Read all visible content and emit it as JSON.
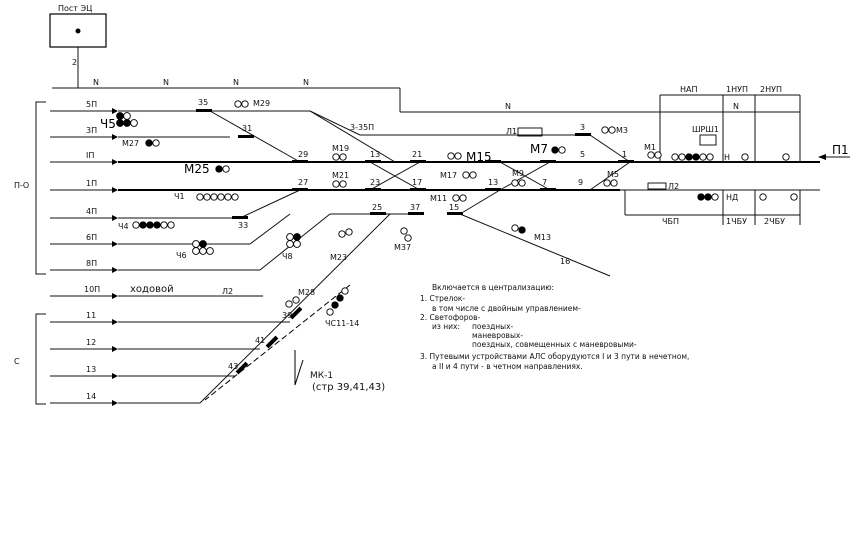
{
  "post": {
    "title": "Пост ЭЦ",
    "cable": "2"
  },
  "n_marks": [
    "N",
    "N",
    "N",
    "N",
    "N",
    "N"
  ],
  "park_labels": {
    "po": "П-О",
    "s": "С"
  },
  "tracks": [
    "5П",
    "3П",
    "IП",
    "1П",
    "4П",
    "6П",
    "8П",
    "10П",
    "11",
    "12",
    "13",
    "14"
  ],
  "track_10_note": "ходовой",
  "switches": [
    "35",
    "31",
    "29",
    "27",
    "33",
    "25",
    "37",
    "39",
    "41",
    "43",
    "13",
    "21",
    "23",
    "17",
    "15",
    "3",
    "5",
    "1",
    "7",
    "9",
    "13",
    "16"
  ],
  "section_labels": [
    "3-35П",
    "НАП",
    "1НУП",
    "2НУП",
    "ЧБП",
    "1ЧБУ",
    "2ЧБУ",
    "ШРШ1"
  ],
  "signals": {
    "small": [
      "М29",
      "М27",
      "М19",
      "М21",
      "М17",
      "М11",
      "М9",
      "М3",
      "М1",
      "М5",
      "М13",
      "М23",
      "М37",
      "М28",
      "Ч1",
      "Ч4",
      "Ч6",
      "Ч8",
      "Ч5",
      "Н",
      "НД",
      "П1",
      "Л1",
      "Л2",
      "Л2"
    ],
    "big": [
      "Ч5",
      "М25",
      "М15",
      "М7"
    ],
    "p1": "П1",
    "chs": "ЧС11-14"
  },
  "mk": {
    "label": "МК-1",
    "ref": "(стр 39,41,43)"
  },
  "notes": {
    "title": "Включается в централизацию:",
    "n1": "1. Стрелок-",
    "n1b": "в том числе с двойным управлением-",
    "n2": "2. Светофоров-",
    "n2a": "из них:",
    "n2b": "поездных-",
    "n2c": "маневровых-",
    "n2d": "поездных, совмещенных с маневровыми-",
    "n3": "3. Путевыми устройствами АЛС оборудуются I и 3 пути в нечетном,",
    "n3b": "а II и 4 пути - в четном направлениях."
  }
}
